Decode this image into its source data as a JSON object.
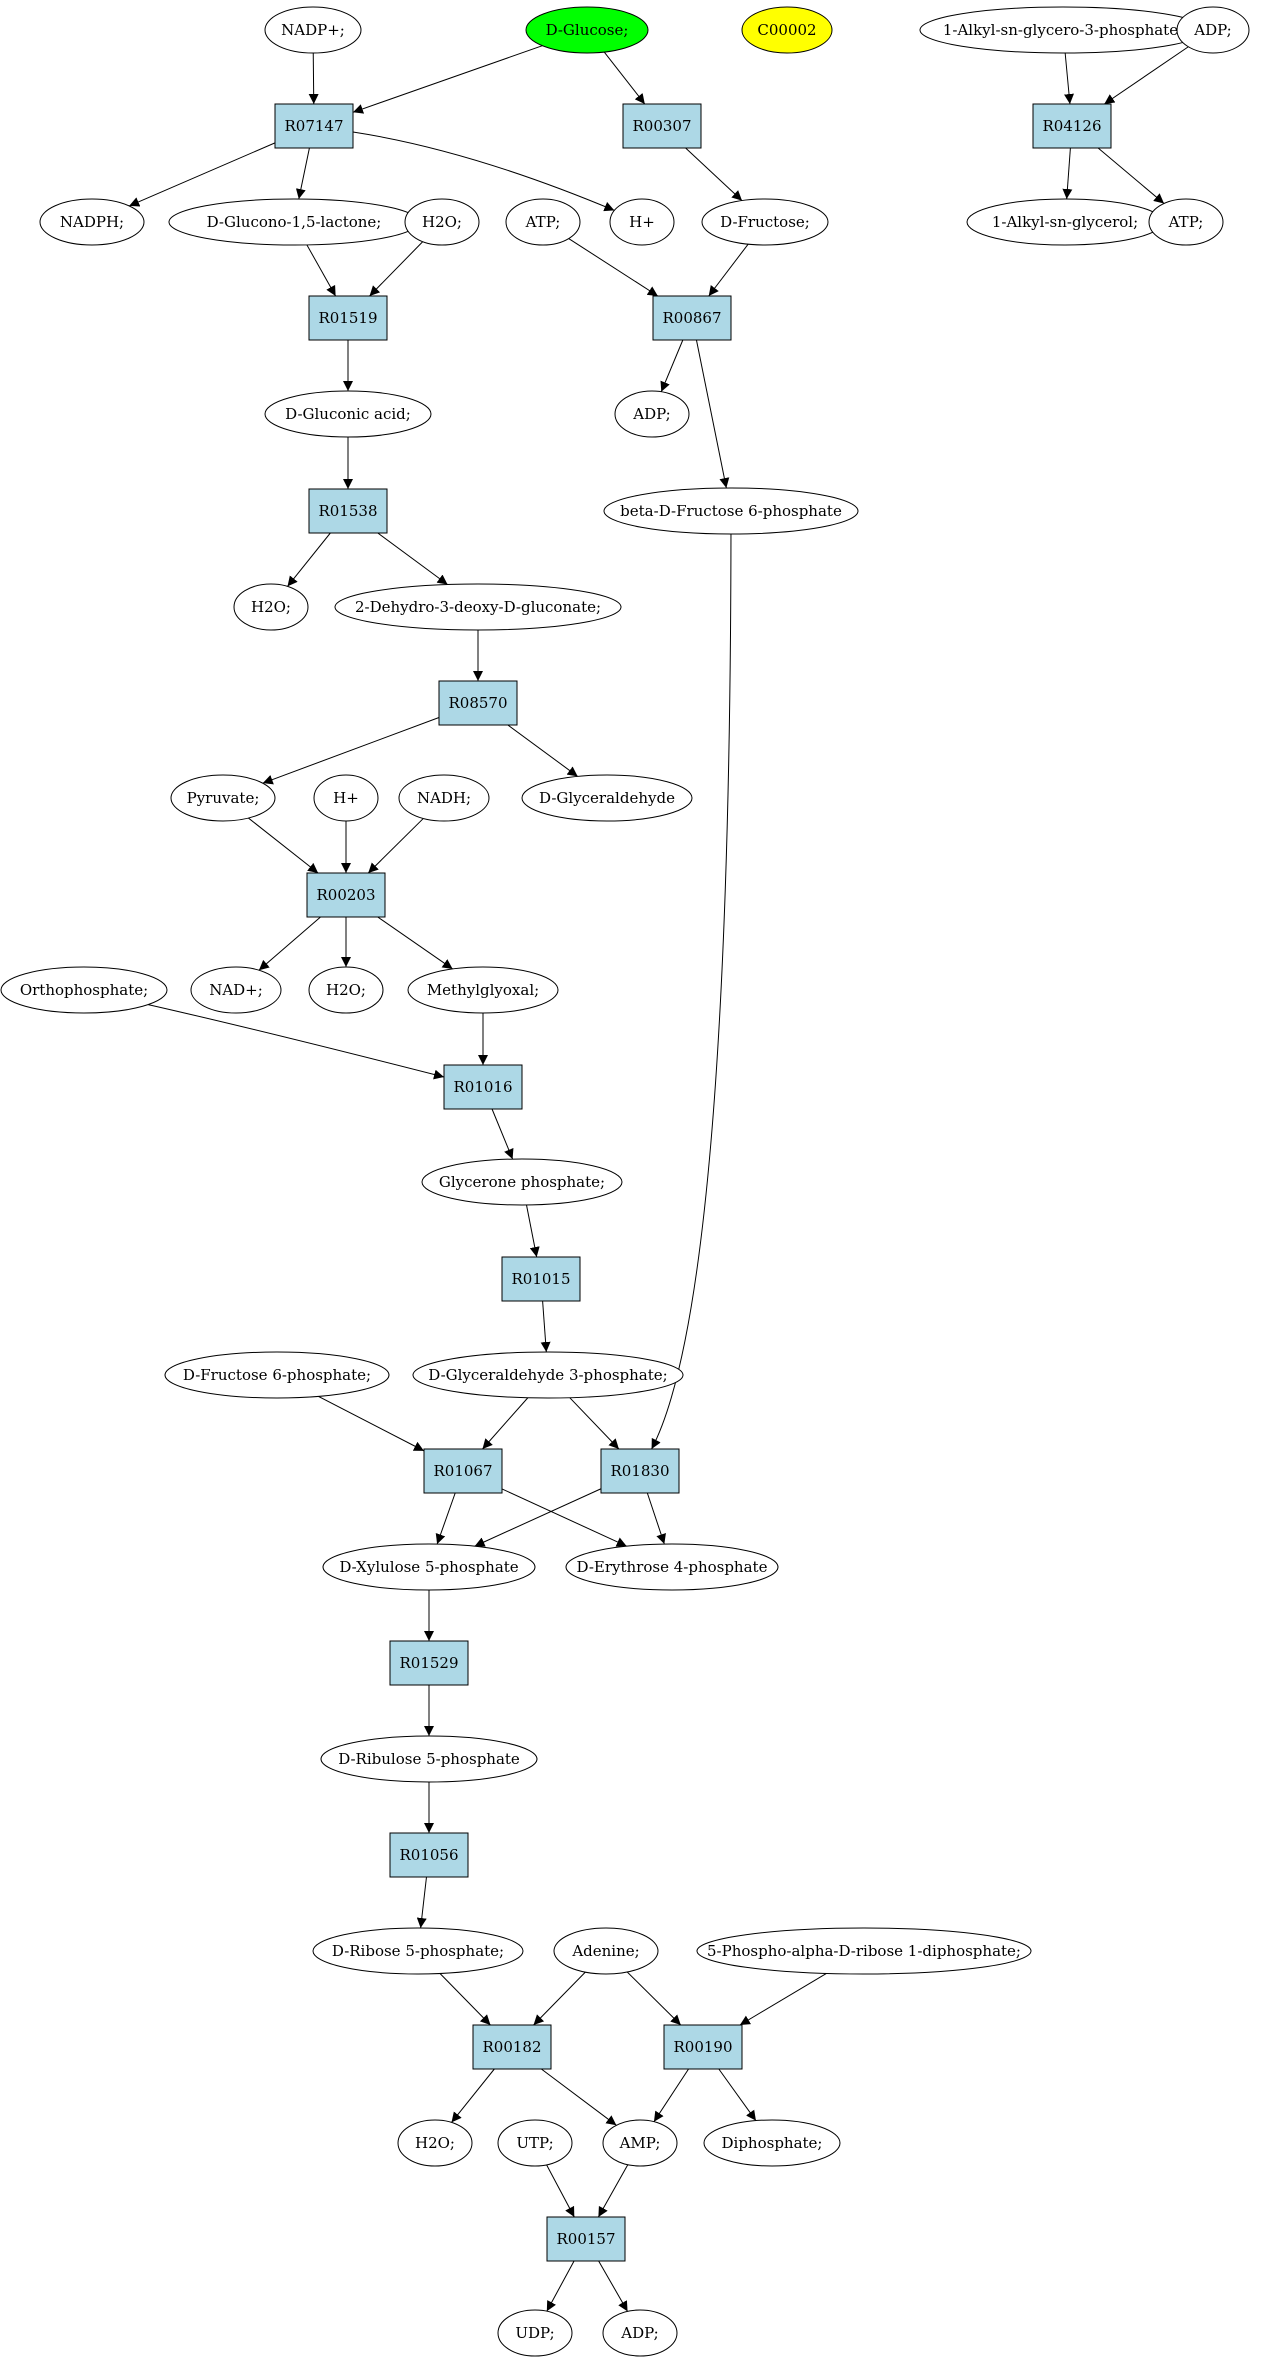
{
  "colors": {
    "reaction_fill": "#add8e6",
    "metabolite_fill": "#ffffff",
    "highlight_green": "#00ff00",
    "highlight_yellow": "#ffff00"
  },
  "nodes": {
    "nadp": {
      "label": "NADP+;",
      "kind": "metabolite"
    },
    "glucose": {
      "label": "D-Glucose;",
      "kind": "metabolite",
      "highlight": "green"
    },
    "c00002": {
      "label": "C00002",
      "kind": "metabolite",
      "highlight": "yellow"
    },
    "alkylgp": {
      "label": "1-Alkyl-sn-glycero-3-phosphate;",
      "kind": "metabolite"
    },
    "adp_top": {
      "label": "ADP;",
      "kind": "metabolite"
    },
    "r07147": {
      "label": "R07147",
      "kind": "reaction"
    },
    "r00307": {
      "label": "R00307",
      "kind": "reaction"
    },
    "r04126": {
      "label": "R04126",
      "kind": "reaction"
    },
    "nadph": {
      "label": "NADPH;",
      "kind": "metabolite"
    },
    "glucono": {
      "label": "D-Glucono-1,5-lactone;",
      "kind": "metabolite"
    },
    "h2o_1": {
      "label": "H2O;",
      "kind": "metabolite"
    },
    "atp_1": {
      "label": "ATP;",
      "kind": "metabolite"
    },
    "hplus_1": {
      "label": "H+",
      "kind": "metabolite"
    },
    "fructose": {
      "label": "D-Fructose;",
      "kind": "metabolite"
    },
    "alkylg": {
      "label": "1-Alkyl-sn-glycerol;",
      "kind": "metabolite"
    },
    "atp_2": {
      "label": "ATP;",
      "kind": "metabolite"
    },
    "r01519": {
      "label": "R01519",
      "kind": "reaction"
    },
    "r00867": {
      "label": "R00867",
      "kind": "reaction"
    },
    "gluconic": {
      "label": "D-Gluconic acid;",
      "kind": "metabolite"
    },
    "adp_1": {
      "label": "ADP;",
      "kind": "metabolite"
    },
    "r01538": {
      "label": "R01538",
      "kind": "reaction"
    },
    "bfru6p": {
      "label": "beta-D-Fructose 6-phosphate",
      "kind": "metabolite"
    },
    "h2o_2": {
      "label": "H2O;",
      "kind": "metabolite"
    },
    "kdg": {
      "label": "2-Dehydro-3-deoxy-D-gluconate;",
      "kind": "metabolite"
    },
    "r08570": {
      "label": "R08570",
      "kind": "reaction"
    },
    "pyruvate": {
      "label": "Pyruvate;",
      "kind": "metabolite"
    },
    "hplus_2": {
      "label": "H+",
      "kind": "metabolite"
    },
    "nadh": {
      "label": "NADH;",
      "kind": "metabolite"
    },
    "glyceraldehyde": {
      "label": "D-Glyceraldehyde",
      "kind": "metabolite"
    },
    "r00203": {
      "label": "R00203",
      "kind": "reaction"
    },
    "ortho": {
      "label": "Orthophosphate;",
      "kind": "metabolite"
    },
    "nadplus": {
      "label": "NAD+;",
      "kind": "metabolite"
    },
    "h2o_3": {
      "label": "H2O;",
      "kind": "metabolite"
    },
    "methylglyoxal": {
      "label": "Methylglyoxal;",
      "kind": "metabolite"
    },
    "r01016": {
      "label": "R01016",
      "kind": "reaction"
    },
    "dhap": {
      "label": "Glycerone phosphate;",
      "kind": "metabolite"
    },
    "r01015": {
      "label": "R01015",
      "kind": "reaction"
    },
    "f6p": {
      "label": "D-Fructose 6-phosphate;",
      "kind": "metabolite"
    },
    "g3p": {
      "label": "D-Glyceraldehyde 3-phosphate;",
      "kind": "metabolite"
    },
    "r01067": {
      "label": "R01067",
      "kind": "reaction"
    },
    "r01830": {
      "label": "R01830",
      "kind": "reaction"
    },
    "xu5p": {
      "label": "D-Xylulose 5-phosphate",
      "kind": "metabolite"
    },
    "e4p": {
      "label": "D-Erythrose 4-phosphate",
      "kind": "metabolite"
    },
    "r01529": {
      "label": "R01529",
      "kind": "reaction"
    },
    "ru5p": {
      "label": "D-Ribulose 5-phosphate",
      "kind": "metabolite"
    },
    "r01056": {
      "label": "R01056",
      "kind": "reaction"
    },
    "r5p": {
      "label": "D-Ribose 5-phosphate;",
      "kind": "metabolite"
    },
    "adenine": {
      "label": "Adenine;",
      "kind": "metabolite"
    },
    "prpp": {
      "label": "5-Phospho-alpha-D-ribose 1-diphosphate;",
      "kind": "metabolite"
    },
    "r00182": {
      "label": "R00182",
      "kind": "reaction"
    },
    "r00190": {
      "label": "R00190",
      "kind": "reaction"
    },
    "h2o_4": {
      "label": "H2O;",
      "kind": "metabolite"
    },
    "utp": {
      "label": "UTP;",
      "kind": "metabolite"
    },
    "amp": {
      "label": "AMP;",
      "kind": "metabolite"
    },
    "diphosphate": {
      "label": "Diphosphate;",
      "kind": "metabolite"
    },
    "r00157": {
      "label": "R00157",
      "kind": "reaction"
    },
    "udp": {
      "label": "UDP;",
      "kind": "metabolite"
    },
    "adp_2": {
      "label": "ADP;",
      "kind": "metabolite"
    }
  },
  "edges": [
    [
      "nadp",
      "r07147"
    ],
    [
      "glucose",
      "r07147"
    ],
    [
      "glucose",
      "r00307"
    ],
    [
      "alkylgp",
      "r04126"
    ],
    [
      "adp_top",
      "r04126"
    ],
    [
      "r07147",
      "nadph"
    ],
    [
      "r07147",
      "glucono"
    ],
    [
      "r07147",
      "hplus_1"
    ],
    [
      "r00307",
      "fructose"
    ],
    [
      "r04126",
      "alkylg"
    ],
    [
      "r04126",
      "atp_2"
    ],
    [
      "glucono",
      "r01519"
    ],
    [
      "h2o_1",
      "r01519"
    ],
    [
      "atp_1",
      "r00867"
    ],
    [
      "fructose",
      "r00867"
    ],
    [
      "r01519",
      "gluconic"
    ],
    [
      "r00867",
      "adp_1"
    ],
    [
      "r00867",
      "bfru6p"
    ],
    [
      "gluconic",
      "r01538"
    ],
    [
      "r01538",
      "h2o_2"
    ],
    [
      "r01538",
      "kdg"
    ],
    [
      "kdg",
      "r08570"
    ],
    [
      "r08570",
      "pyruvate"
    ],
    [
      "r08570",
      "glyceraldehyde"
    ],
    [
      "pyruvate",
      "r00203"
    ],
    [
      "hplus_2",
      "r00203"
    ],
    [
      "nadh",
      "r00203"
    ],
    [
      "r00203",
      "nadplus"
    ],
    [
      "r00203",
      "h2o_3"
    ],
    [
      "r00203",
      "methylglyoxal"
    ],
    [
      "ortho",
      "r01016"
    ],
    [
      "methylglyoxal",
      "r01016"
    ],
    [
      "r01016",
      "dhap"
    ],
    [
      "dhap",
      "r01015"
    ],
    [
      "r01015",
      "g3p"
    ],
    [
      "f6p",
      "r01067"
    ],
    [
      "g3p",
      "r01067"
    ],
    [
      "g3p",
      "r01830"
    ],
    [
      "bfru6p",
      "r01830"
    ],
    [
      "r01067",
      "xu5p"
    ],
    [
      "r01067",
      "e4p"
    ],
    [
      "r01830",
      "xu5p"
    ],
    [
      "r01830",
      "e4p"
    ],
    [
      "xu5p",
      "r01529"
    ],
    [
      "r01529",
      "ru5p"
    ],
    [
      "ru5p",
      "r01056"
    ],
    [
      "r01056",
      "r5p"
    ],
    [
      "r5p",
      "r00182"
    ],
    [
      "adenine",
      "r00182"
    ],
    [
      "adenine",
      "r00190"
    ],
    [
      "prpp",
      "r00190"
    ],
    [
      "r00182",
      "h2o_4"
    ],
    [
      "r00182",
      "amp"
    ],
    [
      "r00190",
      "amp"
    ],
    [
      "r00190",
      "diphosphate"
    ],
    [
      "utp",
      "r00157"
    ],
    [
      "amp",
      "r00157"
    ],
    [
      "r00157",
      "udp"
    ],
    [
      "r00157",
      "adp_2"
    ]
  ]
}
